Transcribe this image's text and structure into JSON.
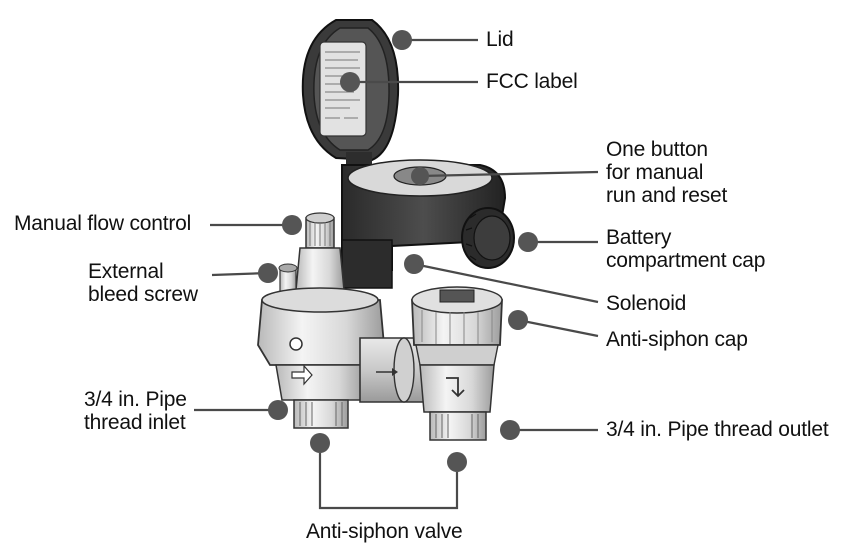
{
  "labels": {
    "lid": "Lid",
    "fcc_label": "FCC label",
    "one_button": [
      "One button",
      "for manual",
      "run and reset"
    ],
    "battery_cap": [
      "Battery",
      "compartment cap"
    ],
    "solenoid": "Solenoid",
    "anti_siphon_cap": "Anti-siphon cap",
    "manual_flow_control": "Manual flow control",
    "bleed_screw": [
      "External",
      "bleed screw"
    ],
    "inlet": [
      "3/4 in. Pipe",
      "thread inlet"
    ],
    "outlet": "3/4 in. Pipe thread outlet",
    "anti_siphon_valve": "Anti-siphon valve"
  },
  "colors": {
    "text": "#111111",
    "leader": "#4a4a4a",
    "dot": "#555555",
    "housing": "#2b2b2b",
    "metal": "#d8d8d8"
  }
}
